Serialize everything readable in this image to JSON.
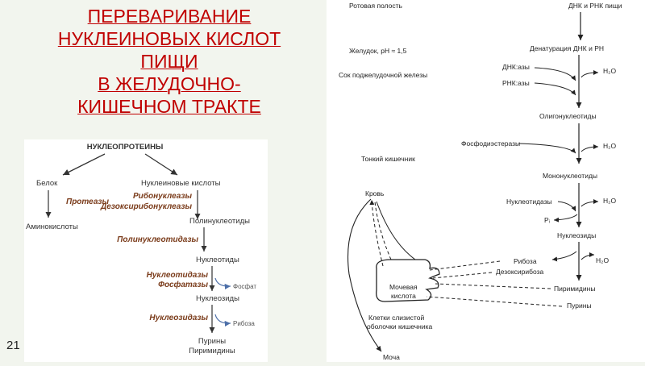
{
  "slide": {
    "title_lines": [
      "ПЕРЕВАРИВАНИЕ",
      "НУКЛЕИНОВЫХ КИСЛОТ",
      "ПИЩИ",
      "В ЖЕЛУДОЧНО-",
      "КИШЕЧНОМ ТРАКТЕ"
    ],
    "page_number": "21"
  },
  "left_diagram": {
    "root": "НУКЛЕОПРОТЕИНЫ",
    "protein": "Белок",
    "nucleic_acids": "Нуклеиновые кислоты",
    "protease": "Протеазы",
    "amino_acids": "Аминокислоты",
    "ribonuclease": "Рибонуклеазы",
    "deoxyribonuclease": "Дезоксирибонуклеазы",
    "polynucleotides": "Полинуклеотиды",
    "polynucleotidase": "Полинуклеотидазы",
    "nucleotides": "Нуклеотиды",
    "nucleotidase": "Нуклеотидазы",
    "phosphatase": "Фосфатазы",
    "phosphate": "Фосфат",
    "nucleosides": "Нуклеозиды",
    "nucleosidase": "Нуклеозидазы",
    "ribose": "Рибоза",
    "purines": "Пурины",
    "pyrimidines": "Пиримидины"
  },
  "right_diagram": {
    "oral_cavity": "Ротовая полость",
    "food_dna_rna": "ДНК и РНК пищи",
    "stomach": "Желудок, pH ≈ 1,5",
    "denaturation": "Денатурация ДНК и РН",
    "pancreatic_juice": "Сок поджелудочной железы",
    "dnase": "ДНК:азы",
    "rnase": "РНК:азы",
    "water1": "H₂O",
    "oligonucleotides": "Олигонуклеотиды",
    "phosphodiesterase": "Фосфодиэстеразы",
    "water2": "H₂O",
    "small_intestine": "Тонкий кишечник",
    "mononucleotides": "Мононуклеотиды",
    "blood": "Кровь",
    "nucleotidases": "Нуклеотидазы",
    "water3": "H₂O",
    "pi": "Pᵢ",
    "nucleosides": "Нуклеозиды",
    "ribose": "Рибоза",
    "deoxyribose": "Дезоксирибоза",
    "water4": "H₂O",
    "uric_acid_1": "Мочевая",
    "uric_acid_2": "кислота",
    "pyrimidines": "Пиримидины",
    "purines": "Пурины",
    "mucosa_1": "Клетки слизистой",
    "mucosa_2": "оболочки кишечника",
    "urine": "Моча"
  }
}
